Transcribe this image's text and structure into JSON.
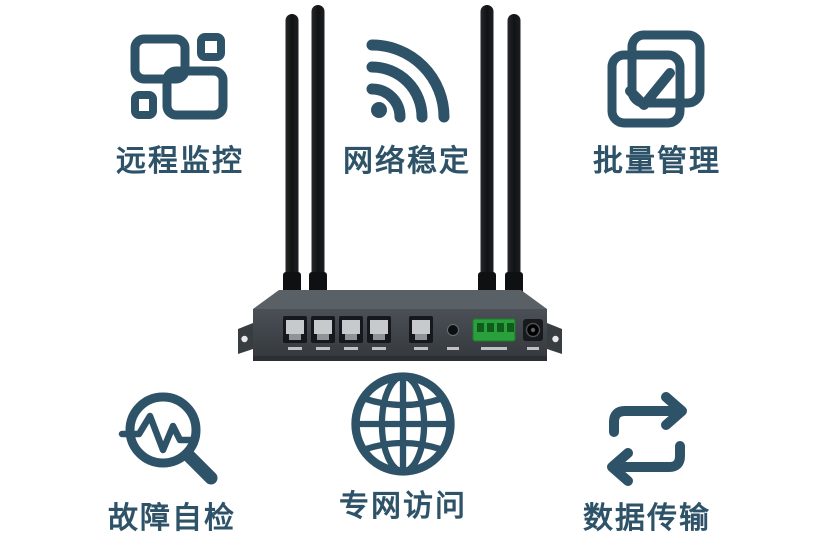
{
  "colors": {
    "accent": "#2e5368",
    "antenna": "#16181a",
    "router_top": "#596066",
    "router_body": "#41464c",
    "port_metal": "#c6cacd",
    "terminal_green": "#2aa03c"
  },
  "features": [
    {
      "id": "remote-monitoring",
      "label": "远程监控",
      "icon": "multi-screen-icon"
    },
    {
      "id": "network-stability",
      "label": "网络稳定",
      "icon": "wifi-icon"
    },
    {
      "id": "batch-management",
      "label": "批量管理",
      "icon": "stacked-check-icon"
    },
    {
      "id": "fault-self-check",
      "label": "故障自检",
      "icon": "magnifier-pulse-icon"
    },
    {
      "id": "private-network-access",
      "label": "专网访问",
      "icon": "globe-icon"
    },
    {
      "id": "data-transmission",
      "label": "数据传输",
      "icon": "swap-arrows-icon"
    }
  ],
  "device": {
    "name": "industrial wireless router",
    "antenna_count": 4,
    "lan_ports": 4,
    "wan_ports": 1
  }
}
